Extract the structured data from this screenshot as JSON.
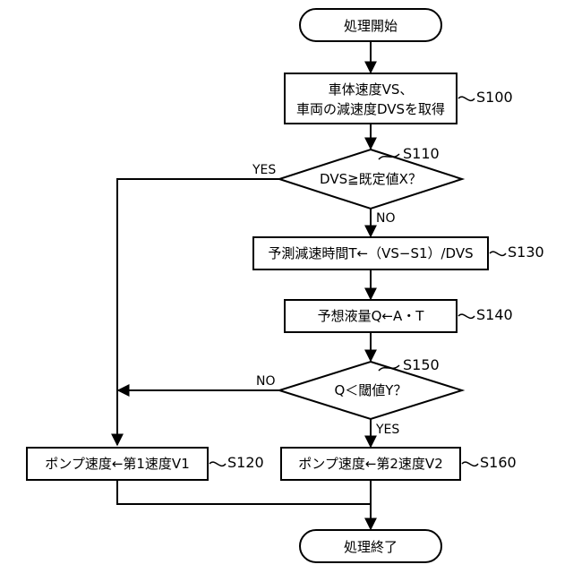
{
  "start": {
    "label": "処理開始"
  },
  "end": {
    "label": "処理終了"
  },
  "steps": {
    "s100": {
      "line1": "車体速度VS、",
      "line2": "車両の減速度DVSを取得",
      "step": "S100"
    },
    "s110": {
      "label": "DVS≧既定値X？",
      "step": "S110"
    },
    "s120": {
      "label": "ポンプ速度←第1速度V1",
      "step": "S120"
    },
    "s130": {
      "label": "予測減速時間T←（VS−S1）/DVS",
      "step": "S130"
    },
    "s140": {
      "label": "予想液量Q←A・T",
      "step": "S140"
    },
    "s150": {
      "label": "Q＜閾値Y？",
      "step": "S150"
    },
    "s160": {
      "label": "ポンプ速度←第2速度V2",
      "step": "S160"
    }
  },
  "branches": {
    "s110_yes": "YES",
    "s110_no": "NO",
    "s150_no": "NO",
    "s150_yes": "YES"
  }
}
